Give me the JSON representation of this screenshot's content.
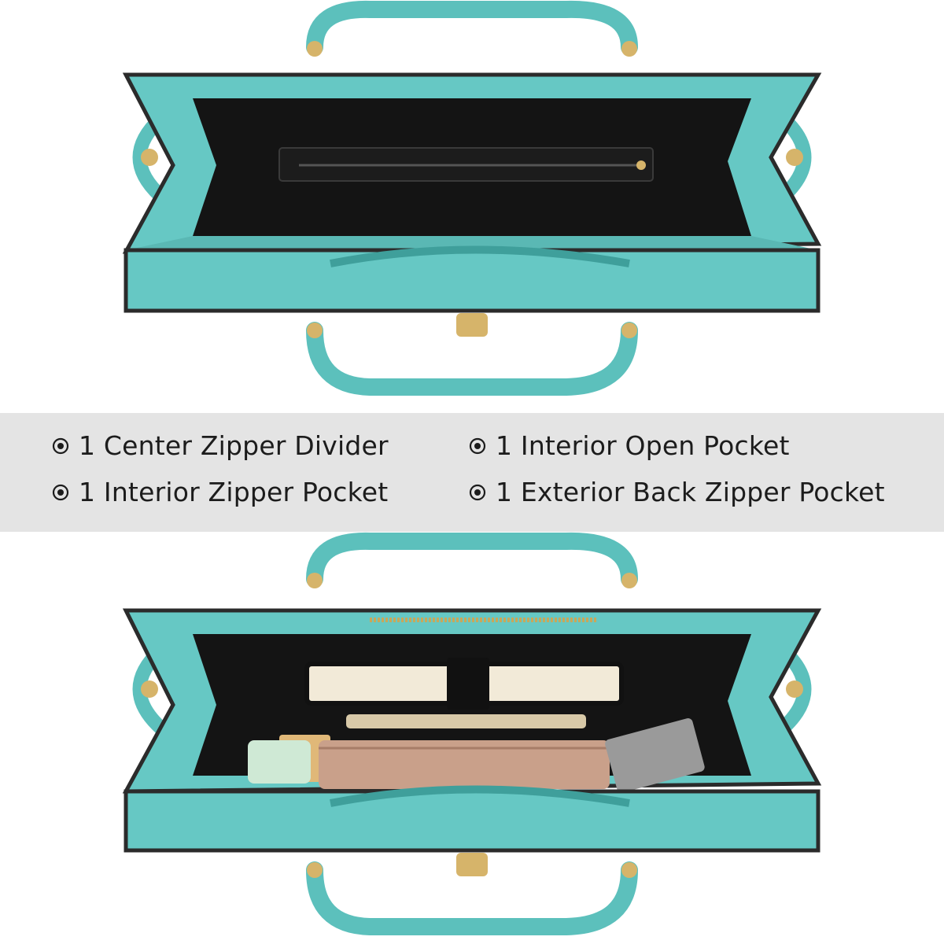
{
  "features": [
    {
      "text": "1 Center Zipper Divider",
      "icon": "radio-bullet-icon"
    },
    {
      "text": "1 Interior Open Pocket",
      "icon": "radio-bullet-icon"
    },
    {
      "text": "1 Interior Zipper Pocket",
      "icon": "radio-bullet-icon"
    },
    {
      "text": "1 Exterior Back Zipper Pocket",
      "icon": "radio-bullet-icon"
    }
  ],
  "colors": {
    "bag_teal": "#66c8c4",
    "bag_teal_dark": "#3f9f9b",
    "lining_black": "#141414",
    "hardware_gold": "#d6b46a",
    "band_gray": "#e4e4e4",
    "text_dark": "#1c1c1c"
  }
}
